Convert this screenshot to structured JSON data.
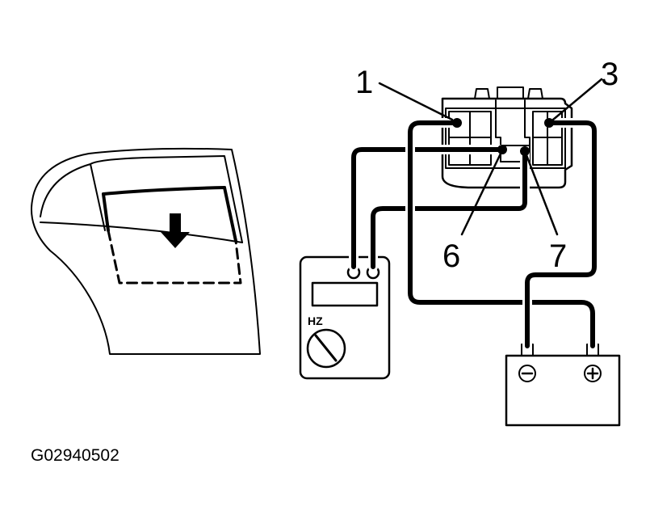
{
  "labels": {
    "pin_1": "1",
    "pin_3": "3",
    "pin_6": "6",
    "pin_7": "7"
  },
  "meter": {
    "mode_label": "HZ"
  },
  "figure_code": "G02940502",
  "colors": {
    "line": "#000000",
    "background": "#ffffff"
  },
  "icons": {
    "door": "car-rear-door-icon",
    "arrow": "down-arrow-icon",
    "connector": "connector-icon",
    "meter": "frequency-meter-icon",
    "battery": "battery-icon",
    "minus": "minus-terminal-icon",
    "plus": "plus-terminal-icon"
  }
}
